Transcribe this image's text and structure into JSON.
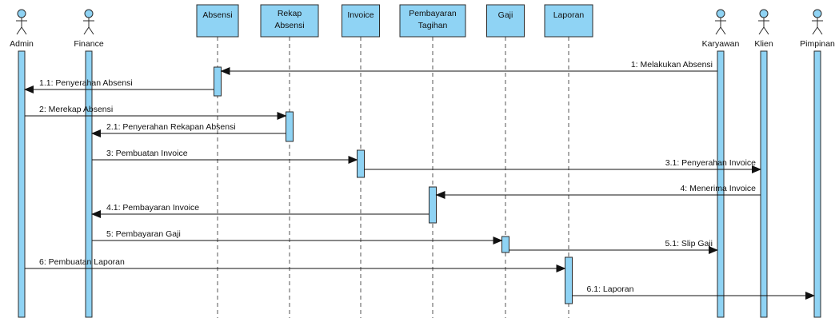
{
  "diagram": {
    "type": "sequence-diagram",
    "colors": {
      "fill": "#8fd3f4",
      "stroke": "#2b2b2b",
      "lifeline": "#555555",
      "message": "#111111"
    },
    "actors": [
      {
        "id": "admin",
        "label": "Admin"
      },
      {
        "id": "finance",
        "label": "Finance"
      },
      {
        "id": "karyawan",
        "label": "Karyawan"
      },
      {
        "id": "klien",
        "label": "Klien"
      },
      {
        "id": "pimpinan",
        "label": "Pimpinan"
      }
    ],
    "objects": [
      {
        "id": "absensi",
        "lines": [
          "Absensi"
        ]
      },
      {
        "id": "rekap",
        "lines": [
          "Rekap",
          "Absensi"
        ]
      },
      {
        "id": "invoice",
        "lines": [
          "Invoice"
        ]
      },
      {
        "id": "tagihan",
        "lines": [
          "Pembayaran",
          "Tagihan"
        ]
      },
      {
        "id": "gaji",
        "lines": [
          "Gaji"
        ]
      },
      {
        "id": "laporan",
        "lines": [
          "Laporan"
        ]
      }
    ],
    "messages": [
      {
        "from": "karyawan",
        "to": "absensi",
        "label": "1:  Melakukan Absensi"
      },
      {
        "from": "absensi",
        "to": "admin",
        "label": "1.1: Penyerahan Absensi"
      },
      {
        "from": "admin",
        "to": "rekap",
        "label": "2: Merekap Absensi"
      },
      {
        "from": "rekap",
        "to": "finance",
        "label": "2.1: Penyerahan Rekapan Absensi"
      },
      {
        "from": "finance",
        "to": "invoice",
        "label": "3: Pembuatan Invoice"
      },
      {
        "from": "invoice",
        "to": "klien",
        "label": "3.1: Penyerahan Invoice"
      },
      {
        "from": "klien",
        "to": "tagihan",
        "label": "4: Menerima Invoice"
      },
      {
        "from": "tagihan",
        "to": "finance",
        "label": "4.1: Pembayaran Invoice"
      },
      {
        "from": "finance",
        "to": "gaji",
        "label": "5: Pembayaran Gaji"
      },
      {
        "from": "gaji",
        "to": "karyawan",
        "label": "5.1: Slip Gaji"
      },
      {
        "from": "admin",
        "to": "laporan",
        "label": "6: Pembuatan Laporan"
      },
      {
        "from": "laporan",
        "to": "pimpinan",
        "label": "6.1: Laporan"
      }
    ]
  }
}
